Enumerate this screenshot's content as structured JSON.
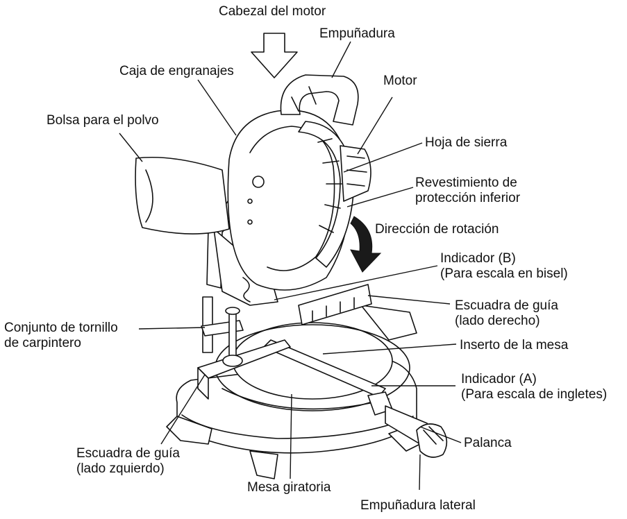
{
  "labels": {
    "motor_head": "Cabezal del motor",
    "handle": "Empuñadura",
    "gear_case": "Caja de engranajes",
    "motor": "Motor",
    "dust_bag": "Bolsa para el polvo",
    "saw_blade": "Hoja de sierra",
    "lower_guard_1": "Revestimiento de",
    "lower_guard_2": "protección inferior",
    "rotation_direction": "Dirección de rotación",
    "pointer_b_1": "Indicador (B)",
    "pointer_b_2": "(Para escala en bisel)",
    "guide_fence_right_1": "Escuadra de guía",
    "guide_fence_right_2": "(lado derecho)",
    "vise_1": "Conjunto de tornillo",
    "vise_2": "de carpintero",
    "table_insert": "Inserto de la mesa",
    "pointer_a_1": "Indicador (A)",
    "pointer_a_2": "(Para escala de ingletes)",
    "lever": "Palanca",
    "guide_fence_left_1": "Escuadra de guía",
    "guide_fence_left_2": "(lado zquierdo)",
    "turn_base": "Mesa giratoria",
    "side_grip": "Empuñadura lateral"
  }
}
